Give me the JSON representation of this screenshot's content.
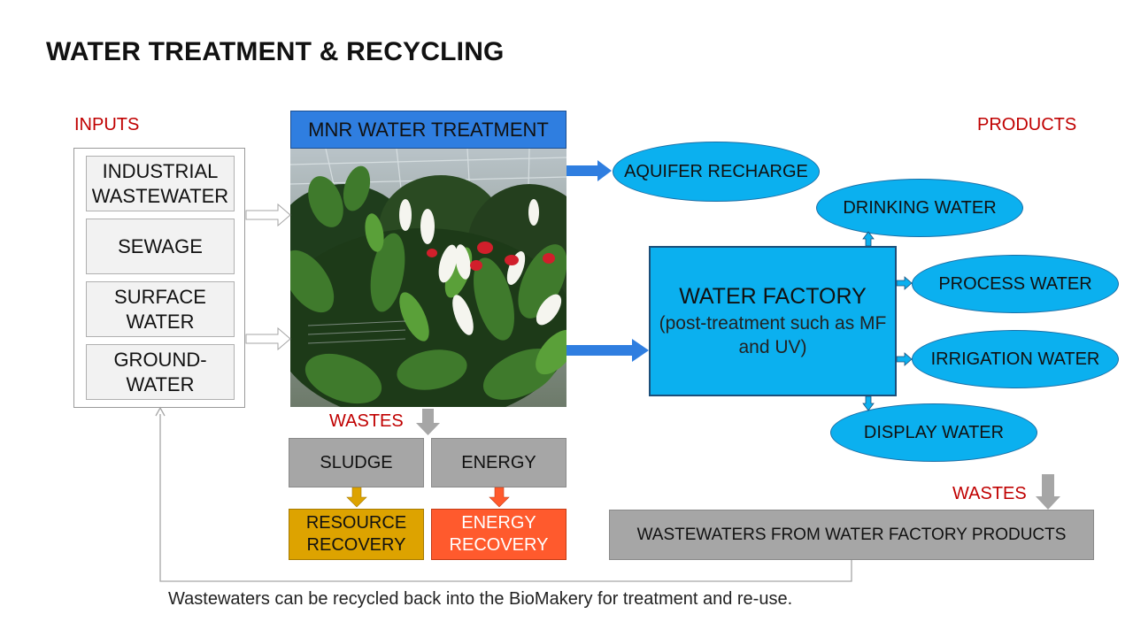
{
  "title": "WATER TREATMENT & RECYCLING",
  "labels": {
    "inputs": "INPUTS",
    "products": "PRODUCTS",
    "wastes_left": "WASTES",
    "wastes_right": "WASTES"
  },
  "inputs": [
    "INDUSTRIAL WASTEWATER",
    "SEWAGE",
    "SURFACE WATER",
    "GROUND-WATER"
  ],
  "treatment": {
    "header": "MNR WATER TREATMENT"
  },
  "waste_outputs": {
    "sludge": "SLUDGE",
    "energy": "ENERGY",
    "resource_recovery": "RESOURCE RECOVERY",
    "energy_recovery": "ENERGY RECOVERY"
  },
  "aquifer": "AQUIFER RECHARGE",
  "factory": {
    "title": "WATER FACTORY",
    "subtitle": "(post-treatment such as MF and UV)"
  },
  "products": {
    "drinking": "DRINKING WATER",
    "process": "PROCESS WATER",
    "irrigation": "IRRIGATION WATER",
    "display": "DISPLAY WATER"
  },
  "wastewaters_box": "WASTEWATERS FROM WATER FACTORY PRODUCTS",
  "caption": "Wastewaters can be recycled back into the BioMakery for treatment and re-use.",
  "colors": {
    "treatment_header": "#2f7ee0",
    "ellipse_fill": "#0bb0ef",
    "resource_recovery": "#dda300",
    "energy_recovery": "#ff5a2d",
    "waste_box": "#a6a6a6",
    "label_red": "#c00000",
    "flow_arrow": "#2f7ee0"
  }
}
